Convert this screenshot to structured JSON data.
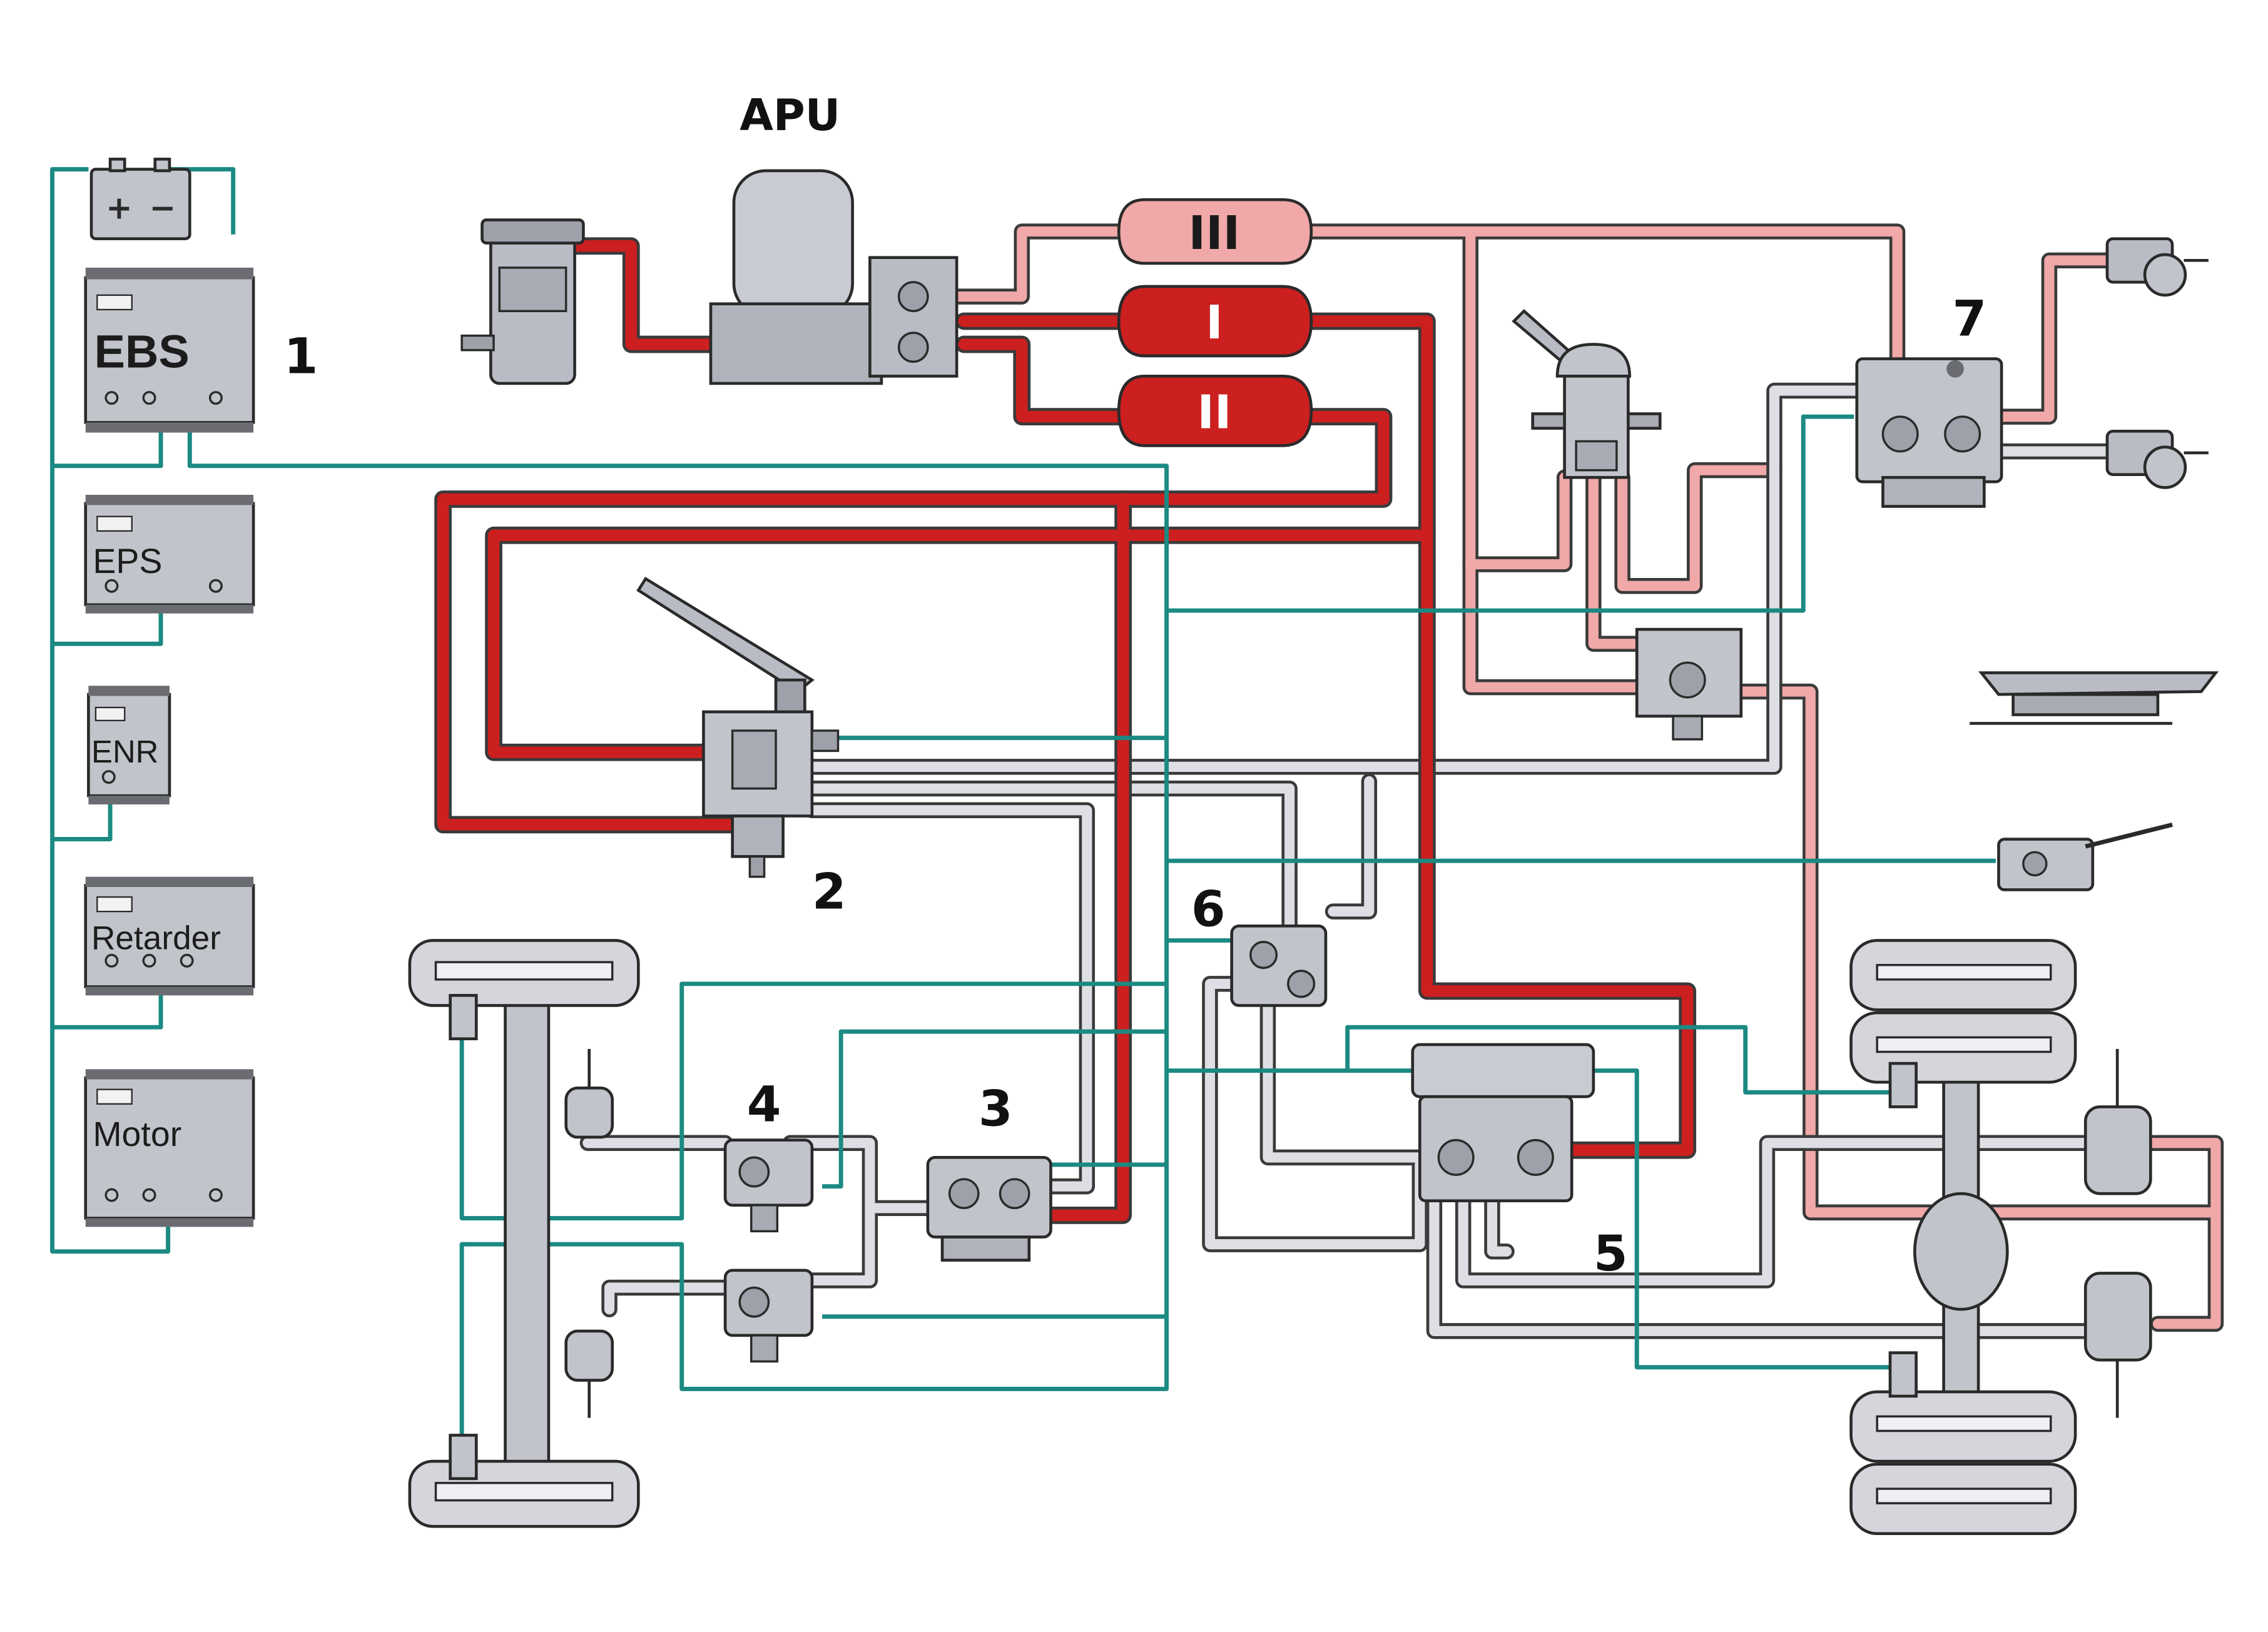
{
  "title": "APU",
  "colors": {
    "supply_red": "#cc1f1f",
    "circuit_pink": "#f0a8a8",
    "control_grey": "#d9dadf",
    "electric_teal": "#1b8a82",
    "component_grey": "#b9bcc4",
    "outline": "#2a2a2a"
  },
  "ecus": [
    {
      "id": "ebs",
      "label": "EBS"
    },
    {
      "id": "eps",
      "label": "EPS"
    },
    {
      "id": "enr",
      "label": "ENR"
    },
    {
      "id": "retarder",
      "label": "Retarder"
    },
    {
      "id": "motor",
      "label": "Motor"
    }
  ],
  "tanks": [
    {
      "id": "III",
      "label": "III"
    },
    {
      "id": "I",
      "label": "I"
    },
    {
      "id": "II",
      "label": "II"
    }
  ],
  "callouts": [
    "1",
    "2",
    "3",
    "4",
    "5",
    "6",
    "7"
  ],
  "icons": {
    "battery": "battery-icon",
    "compressor": "compressor-icon",
    "air_dryer": "air-dryer-icon",
    "brake_pedal": "brake-pedal-valve-icon",
    "hand_brake": "hand-brake-valve-icon",
    "trailer_control": "trailer-control-valve-icon",
    "axle_modulator": "axle-modulator-icon",
    "pressure_control": "pressure-control-valve-icon",
    "brake_chamber": "brake-chamber-icon",
    "wheel": "wheel-icon",
    "coupling": "coupling-head-icon",
    "fifth_wheel": "fifth-wheel-icon",
    "wear_sensor": "wear-sensor-icon"
  }
}
